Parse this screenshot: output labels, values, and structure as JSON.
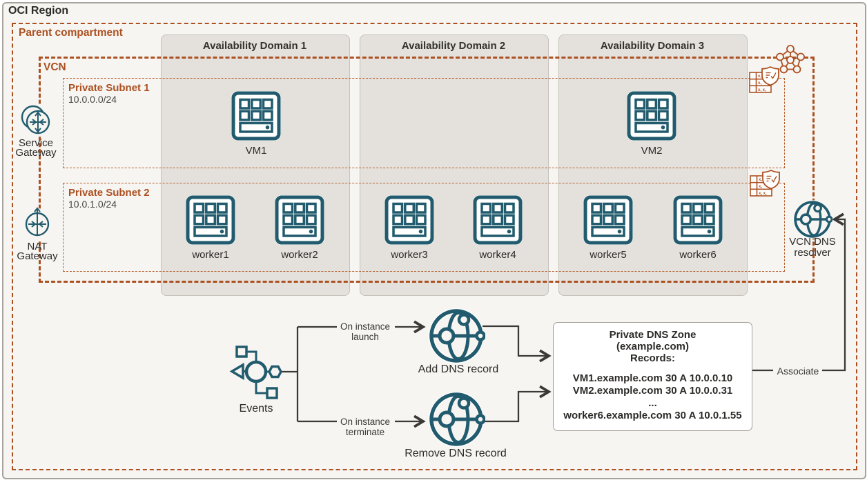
{
  "region": {
    "label": "OCI Region"
  },
  "compartment": {
    "label": "Parent compartment"
  },
  "vcn": {
    "label": "VCN"
  },
  "subnets": [
    {
      "label": "Private Subnet 1",
      "cidr": "10.0.0.0/24"
    },
    {
      "label": "Private Subnet 2",
      "cidr": "10.0.1.0/24"
    }
  ],
  "availability_domains": [
    {
      "label": "Availability Domain 1"
    },
    {
      "label": "Availability Domain 2"
    },
    {
      "label": "Availability Domain 3"
    }
  ],
  "vms": [
    {
      "label": "VM1"
    },
    {
      "label": "VM2"
    }
  ],
  "workers": [
    {
      "label": "worker1"
    },
    {
      "label": "worker2"
    },
    {
      "label": "worker3"
    },
    {
      "label": "worker4"
    },
    {
      "label": "worker5"
    },
    {
      "label": "worker6"
    }
  ],
  "gateways": {
    "service": {
      "line1": "Service",
      "line2": "Gateway"
    },
    "nat": {
      "line1": "NAT",
      "line2": "Gateway"
    }
  },
  "dns_resolver": {
    "line1": "VCN DNS",
    "line2": "resolver"
  },
  "events": {
    "label": "Events"
  },
  "flow": {
    "on_launch_line1": "On instance",
    "on_launch_line2": "launch",
    "on_terminate_line1": "On instance",
    "on_terminate_line2": "terminate",
    "add_dns_label": "Add DNS record",
    "remove_dns_label": "Remove DNS record",
    "associate_label": "Associate"
  },
  "dns_zone": {
    "title_lines": [
      "Private DNS Zone",
      "(example.com)",
      "Records:"
    ],
    "records": [
      "VM1.example.com 30 A 10.0.0.10",
      "VM2.example.com 30 A 10.0.0.31",
      "...",
      "worker6.example.com 30 A 10.0.1.55"
    ]
  },
  "icons": {
    "compute_instance": "compute-instance-icon",
    "service_gateway": "service-gateway-icon",
    "nat_gateway": "nat-gateway-icon",
    "vcn_network": "vcn-pentagon-icon",
    "route_security": "route-table-security-list-icon",
    "dns_globe": "dns-globe-icon",
    "events": "events-icon"
  },
  "colors": {
    "accent_orange": "#AC5020",
    "teal": "#215B6D",
    "line_dark": "#3B3935",
    "ad_fill": "#E4E1DC",
    "canvas_bg": "#F6F5F2"
  }
}
